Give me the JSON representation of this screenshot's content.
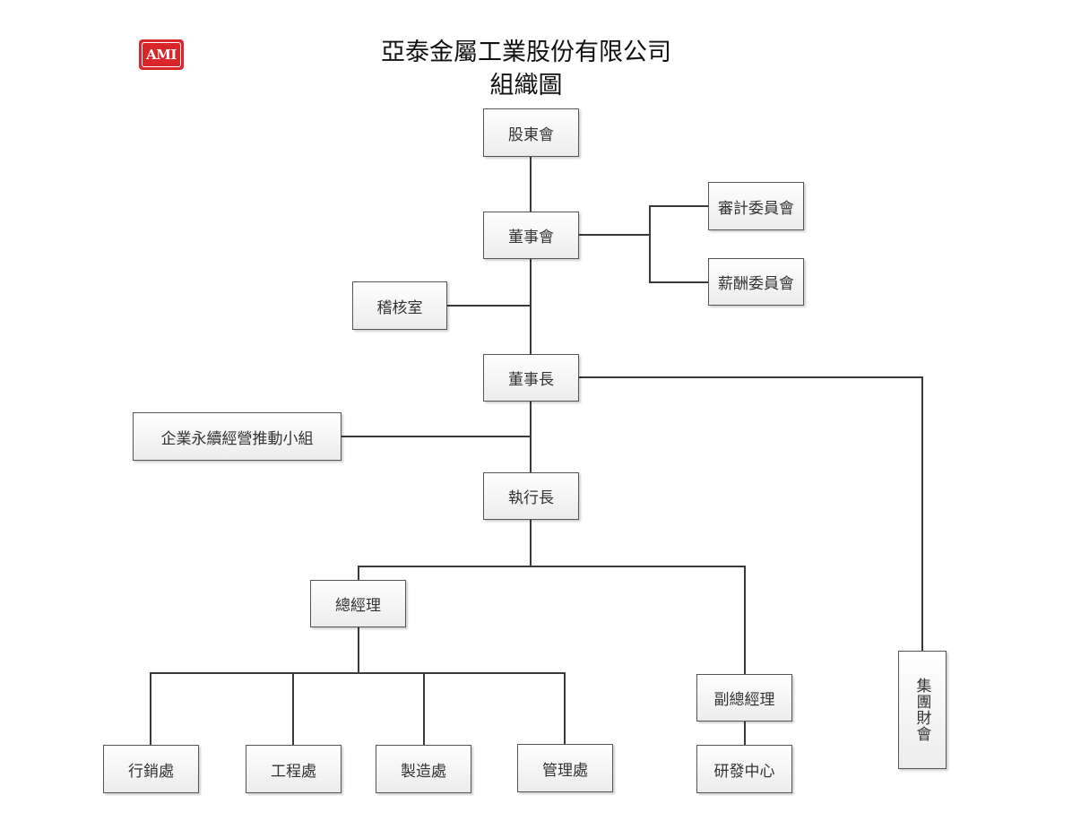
{
  "header": {
    "logo_text": "AMI",
    "company_name": "亞泰金屬工業股份有限公司",
    "chart_title": "組織圖"
  },
  "nodes": {
    "shareholders": "股東會",
    "board": "董事會",
    "audit_committee": "審計委員會",
    "compensation_committee": "薪酬委員會",
    "internal_audit": "稽核室",
    "chairman": "董事長",
    "sustainability_team": "企業永續經營推動小組",
    "ceo": "執行長",
    "general_manager": "總經理",
    "deputy_gm": "副總經理",
    "group_finance": "集團財會",
    "marketing": "行銷處",
    "engineering": "工程處",
    "manufacturing": "製造處",
    "management": "管理處",
    "rd_center": "研發中心"
  },
  "hierarchy": [
    {
      "parent": "股東會",
      "child": "董事會"
    },
    {
      "parent": "董事會",
      "child": "審計委員會"
    },
    {
      "parent": "董事會",
      "child": "薪酬委員會"
    },
    {
      "parent": "董事會",
      "child": "稽核室"
    },
    {
      "parent": "董事會",
      "child": "董事長"
    },
    {
      "parent": "董事長",
      "child": "集團財會"
    },
    {
      "parent": "董事長",
      "child": "企業永續經營推動小組"
    },
    {
      "parent": "董事長",
      "child": "執行長"
    },
    {
      "parent": "執行長",
      "child": "總經理"
    },
    {
      "parent": "執行長",
      "child": "副總經理"
    },
    {
      "parent": "總經理",
      "child": "行銷處"
    },
    {
      "parent": "總經理",
      "child": "工程處"
    },
    {
      "parent": "總經理",
      "child": "製造處"
    },
    {
      "parent": "總經理",
      "child": "管理處"
    },
    {
      "parent": "副總經理",
      "child": "研發中心"
    }
  ]
}
